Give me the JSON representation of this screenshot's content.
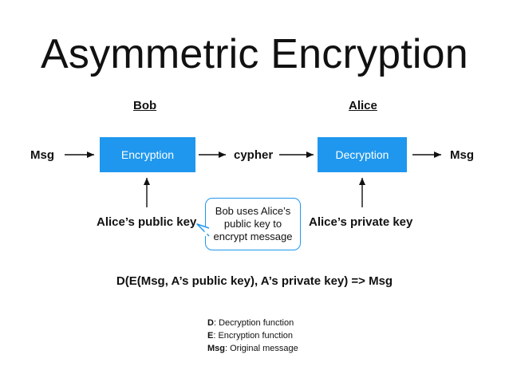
{
  "title": "Asymmetric Encryption",
  "parties": {
    "bob": "Bob",
    "alice": "Alice"
  },
  "flow": {
    "input": "Msg",
    "encryption_box": "Encryption",
    "cypher": "cypher",
    "decryption_box": "Decryption",
    "output": "Msg"
  },
  "keys": {
    "public_key": "Alice’s public key",
    "private_key": "Alice’s private key"
  },
  "callout": "Bob uses Alice’s public key to encrypt message",
  "formula": "D(E(Msg, A’s public key), A’s private key) => Msg",
  "legend": [
    {
      "term": "D",
      "desc": ": Decryption function"
    },
    {
      "term": "E",
      "desc": ": Encryption function"
    },
    {
      "term": "Msg",
      "desc": ": Original message"
    }
  ],
  "colors": {
    "box_fill": "#1f97ee",
    "text": "#111111",
    "callout_border": "#1f97ee"
  }
}
